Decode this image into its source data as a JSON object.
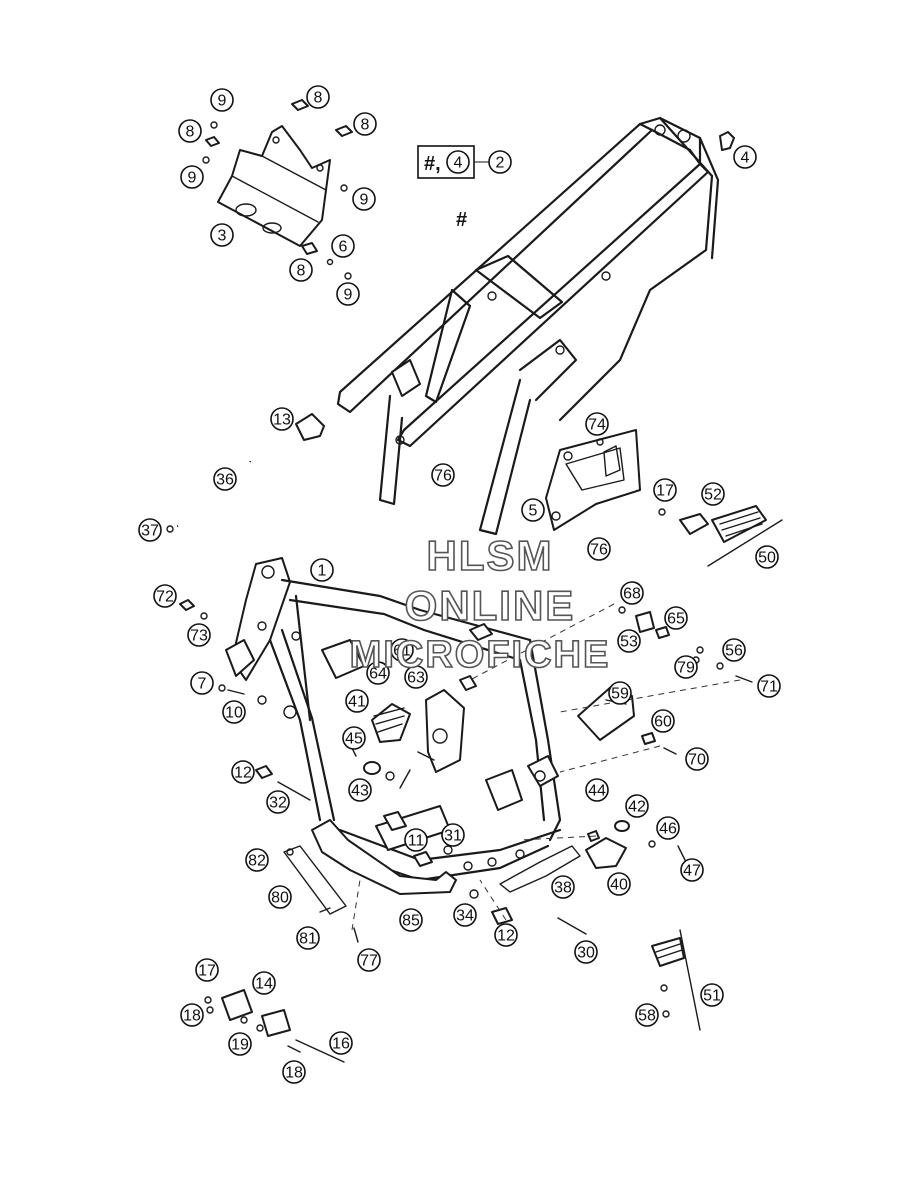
{
  "watermark": {
    "line1": "HLSM",
    "line2": "ONLINE",
    "line3": "MICROFICHE"
  },
  "kit_box": {
    "hash": "#,",
    "number": "4",
    "ref": "2"
  },
  "frame_hash": "#",
  "callouts": {
    "c1": "1",
    "c2": "2",
    "c3": "3",
    "c4": "4",
    "c5": "5",
    "c6": "6",
    "c7": "7",
    "c8": "8",
    "c9": "9",
    "c10": "10",
    "c11": "11",
    "c12": "12",
    "c13": "13",
    "c14": "14",
    "c16": "16",
    "c17": "17",
    "c18": "18",
    "c19": "19",
    "c30": "30",
    "c31": "31",
    "c32": "32",
    "c34": "34",
    "c36": "36",
    "c37": "37",
    "c38": "38",
    "c40": "40",
    "c41": "41",
    "c42": "42",
    "c43": "43",
    "c44": "44",
    "c45": "45",
    "c46": "46",
    "c47": "47",
    "c50": "50",
    "c51": "51",
    "c52": "52",
    "c53": "53",
    "c56": "56",
    "c58": "58",
    "c59": "59",
    "c60": "60",
    "c61": "61",
    "c63": "63",
    "c64": "64",
    "c65": "65",
    "c68": "68",
    "c70": "70",
    "c71": "71",
    "c72": "72",
    "c73": "73",
    "c74": "74",
    "c76": "76",
    "c77": "77",
    "c79": "79",
    "c80": "80",
    "c81": "81",
    "c82": "82",
    "c85": "85"
  }
}
